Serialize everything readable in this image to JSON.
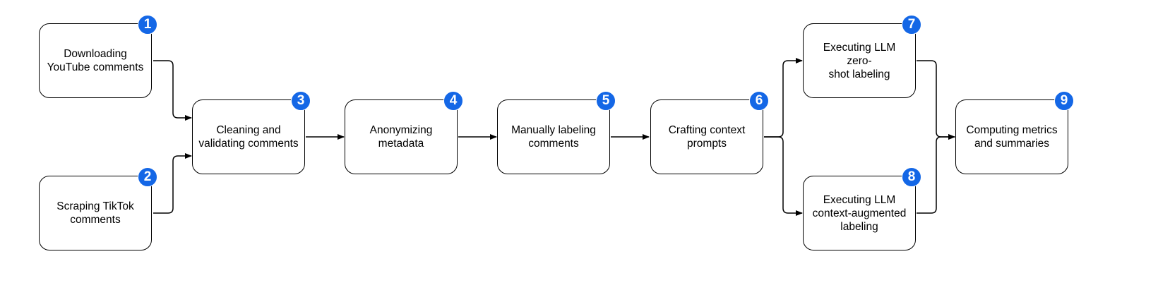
{
  "colors": {
    "badge": "#1467e6",
    "stroke": "#000000",
    "background": "#ffffff"
  },
  "steps": [
    {
      "number": "1",
      "label": "Downloading\nYouTube comments"
    },
    {
      "number": "2",
      "label": "Scraping TikTok\ncomments"
    },
    {
      "number": "3",
      "label": "Cleaning and\nvalidating comments"
    },
    {
      "number": "4",
      "label": "Anonymizing\nmetadata"
    },
    {
      "number": "5",
      "label": "Manually labeling\ncomments"
    },
    {
      "number": "6",
      "label": "Crafting context\nprompts"
    },
    {
      "number": "7",
      "label": "Executing LLM zero-\nshot labeling"
    },
    {
      "number": "8",
      "label": "Executing LLM\ncontext-augmented\nlabeling"
    },
    {
      "number": "9",
      "label": "Computing metrics\nand summaries"
    }
  ],
  "connections": [
    {
      "from": "1",
      "to": "3"
    },
    {
      "from": "2",
      "to": "3"
    },
    {
      "from": "3",
      "to": "4"
    },
    {
      "from": "4",
      "to": "5"
    },
    {
      "from": "5",
      "to": "6"
    },
    {
      "from": "6",
      "to": "7"
    },
    {
      "from": "6",
      "to": "8"
    },
    {
      "from": "7",
      "to": "9"
    },
    {
      "from": "8",
      "to": "9"
    }
  ]
}
